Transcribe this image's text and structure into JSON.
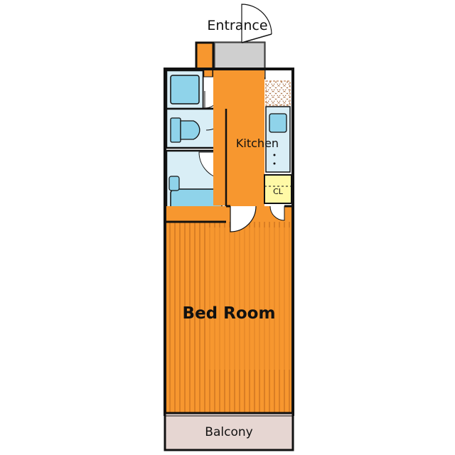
{
  "labels": {
    "entrance": "Entrance",
    "kitchen": "Kitchen",
    "bedroom": "Bed Room",
    "balcony": "Balcony",
    "closet": "CL"
  },
  "colors": {
    "floor": "#f7972f",
    "wet_area": "#d9eef6",
    "fixture": "#8fd3ea",
    "entrance_floor": "#cfcfcf",
    "balcony": "#e6d6d2",
    "closet": "#fff9a6",
    "wall": "#111111"
  }
}
